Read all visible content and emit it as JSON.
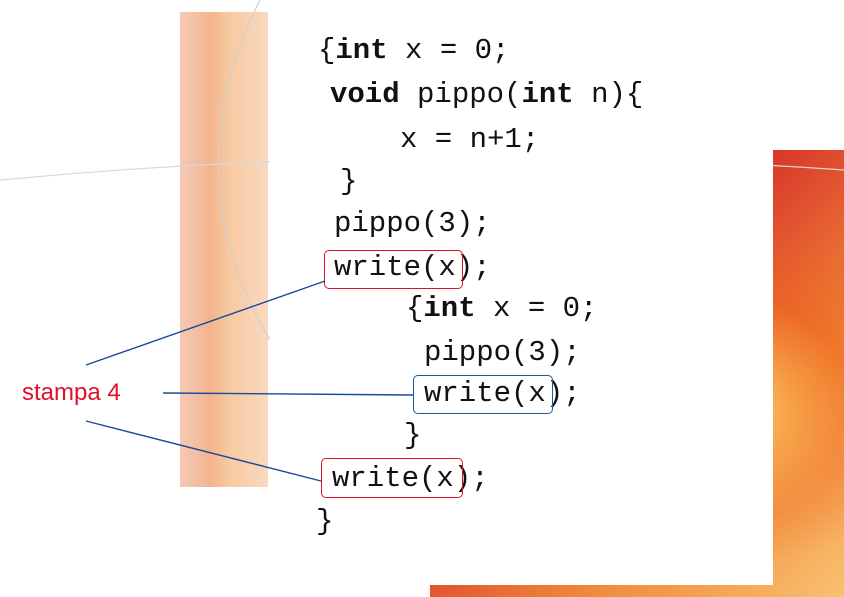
{
  "code": {
    "line1": {
      "open": "{",
      "kw": "int",
      "rest": " x = 0;"
    },
    "line2": {
      "kw1": "void",
      "mid": " pippo(",
      "kw2": "int",
      "rest": " n){"
    },
    "line3": "x = n+1;",
    "line4": "}",
    "line5": "pippo(3);",
    "line6": {
      "call": "write(x)",
      "semi": ";"
    },
    "line7": {
      "open": "{",
      "kw": "int",
      "rest": " x = 0;"
    },
    "line8": "pippo(3);",
    "line9": {
      "call": "write(x)",
      "semi": ";"
    },
    "line10": "}",
    "line11": {
      "call": "write(x)",
      "semi": ";"
    },
    "line12": "}"
  },
  "annotation": {
    "label": "stampa 4",
    "label_color": "#e0102a",
    "box_colors": {
      "outer": "#e0102a",
      "inner": "#1a5aa0"
    },
    "leader_color": "#1a4a9a"
  }
}
